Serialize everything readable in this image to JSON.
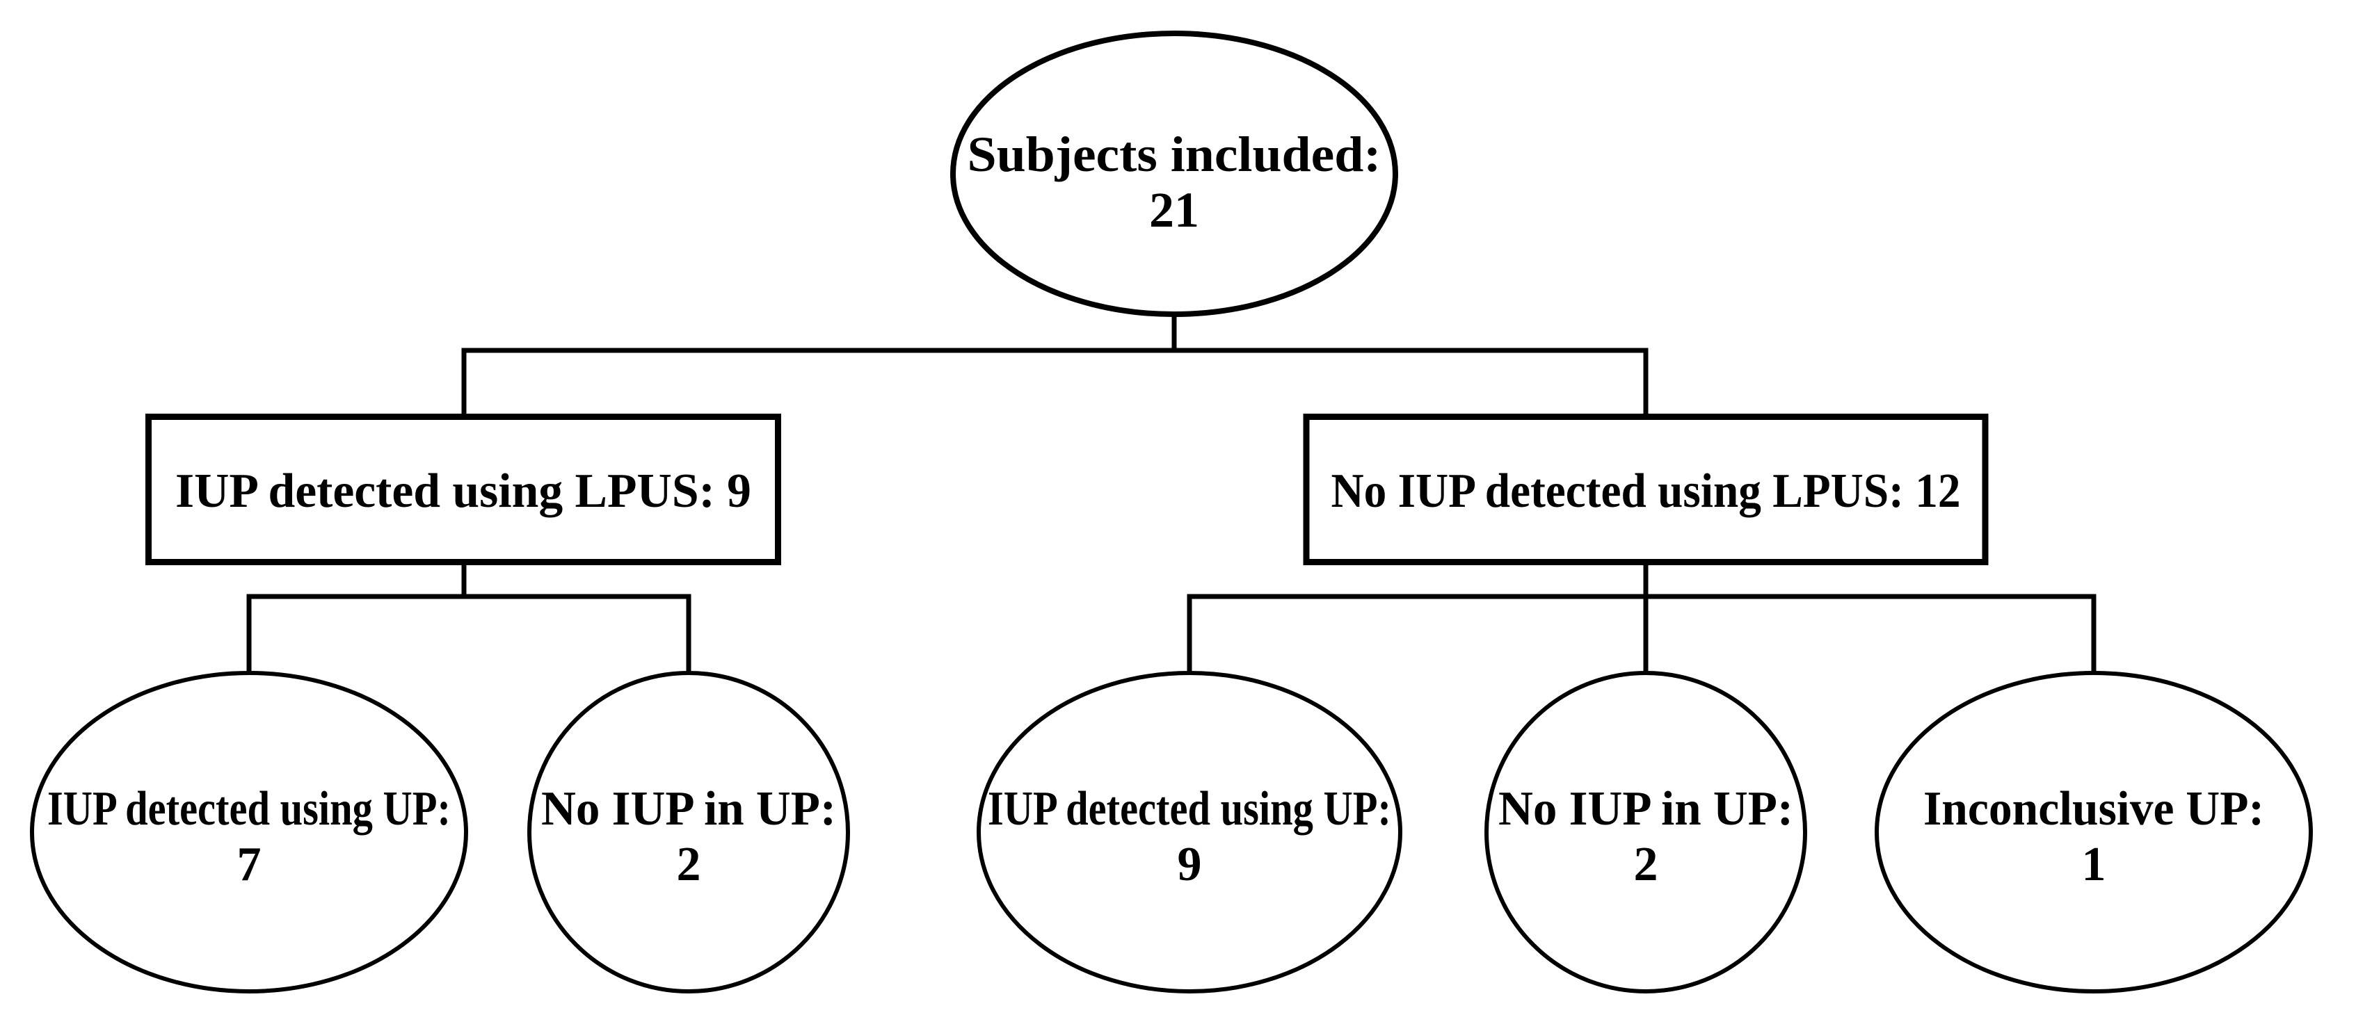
{
  "figure": {
    "type": "flowchart-tree",
    "colors": {
      "background": "#ffffff",
      "stroke": "#000000",
      "text": "#000000"
    },
    "root": {
      "label": "Subjects included:",
      "count": "21"
    },
    "left_branch": {
      "box_label": "IUP detected using LPUS: 9",
      "children": [
        {
          "label": "IUP detected using UP:",
          "count": "7"
        },
        {
          "label": "No IUP in UP:",
          "count": "2"
        }
      ]
    },
    "right_branch": {
      "box_label": "No IUP detected using LPUS: 12",
      "children": [
        {
          "label": "IUP detected using UP:",
          "count": "9"
        },
        {
          "label": "No IUP in UP:",
          "count": "2"
        },
        {
          "label": "Inconclusive UP:",
          "count": "1"
        }
      ]
    }
  }
}
